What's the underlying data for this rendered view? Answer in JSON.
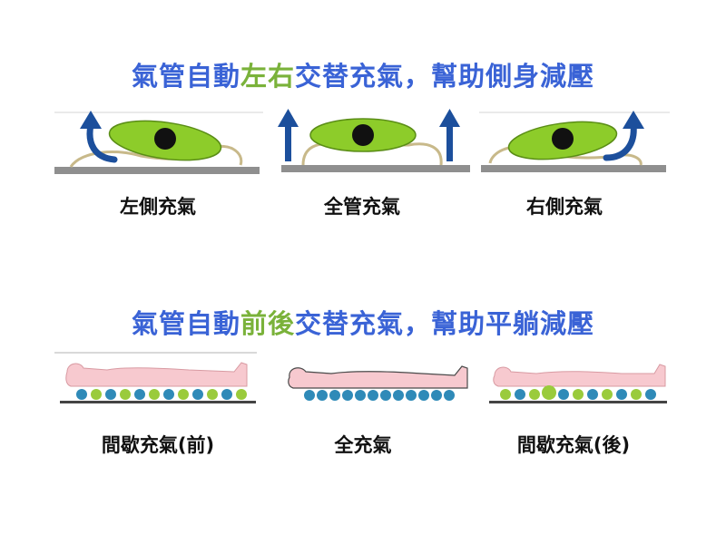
{
  "section_lateral": {
    "title_parts": [
      "氣管自動",
      "左右",
      "交替充氣，幫助側身減壓"
    ],
    "panels": [
      {
        "label": "左側充氣"
      },
      {
        "label": "全管充氣"
      },
      {
        "label": "右側充氣"
      }
    ]
  },
  "section_longitudinal": {
    "title_parts": [
      "氣管自動",
      "前後",
      "交替充氣，幫助平躺減壓"
    ],
    "panels": [
      {
        "label": "間歇充氣(前)"
      },
      {
        "label": "全充氣"
      },
      {
        "label": "間歇充氣(後)"
      }
    ]
  },
  "colors": {
    "title_blue": "#3a63d6",
    "title_green": "#7ab23a",
    "arrow_blue": "#1c4f9c",
    "body_green": "#8dcc2a",
    "body_pink": "#f7c9cf",
    "cell_blue": "#2f8ab8",
    "cell_green": "#9acb3c",
    "mattress_gray": "#8f8f8f"
  }
}
